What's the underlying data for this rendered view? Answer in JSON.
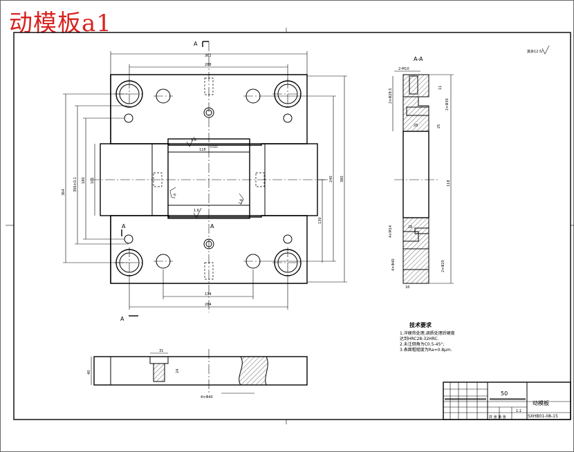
{
  "drawing": {
    "title": "动模板a1",
    "section_label": "A-A",
    "cut_label": "A",
    "roughness_note": "其余12.5/",
    "plan_dims": {
      "overall_width": "362",
      "hole_pitch_top": "288",
      "hole_pitch_bottom": "284",
      "bottom_short": "134",
      "height_left_outer": "364",
      "height_left_mid": "306±0.1",
      "height_left_inner1": "180",
      "height_left_inner2": "101",
      "height_right_mid": "240",
      "height_right_outer": "380",
      "height_right_inner": "130",
      "pocket_width": "118",
      "pocket_tol": "+0.022",
      "rough_16a": "1.6",
      "rough_16b": "1.6",
      "rough_16c": "1.6",
      "rough_16d": "1.6"
    },
    "section_dims": {
      "top": "2-M10",
      "d1": "2×Φ28.5",
      "d2": "2×Φ30",
      "d3": "2×Φ20",
      "d4": "28",
      "d5": "11",
      "d6": "25",
      "d7": "118",
      "d8": "4×M14",
      "d9": "4×Φ40",
      "d10": "16"
    },
    "bottom_dims": {
      "w1": "31",
      "h1": "40",
      "h2": "24",
      "tol": "4×Φ40"
    }
  },
  "notes": {
    "title": "技术要求",
    "lines": [
      "1.淬硬热处理,调质处理后硬度",
      "达到HRC28-32HRC.",
      "2.未注倒角为C0.5-45°;",
      "3.表面粗糙度为Ra=0.8μm."
    ]
  },
  "title_block": {
    "material": "50",
    "part_name": "动模板",
    "drawing_no": "SXHB01-08-15",
    "scale": "1:1",
    "sheet_info": "共 张 第 张"
  }
}
